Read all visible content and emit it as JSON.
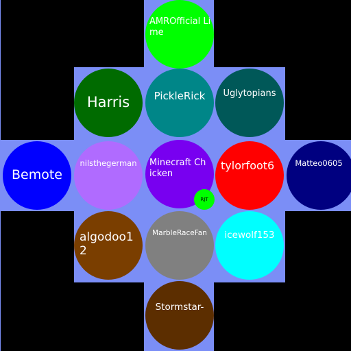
{
  "colors": {
    "board_background": "#000000",
    "cell_fill": "#7b8ef6"
  },
  "marbles": [
    {
      "id": "amrofficial-lime",
      "label": "AMROfficial Lime",
      "color": "#00ff00"
    },
    {
      "id": "harris",
      "label": "Harris",
      "color": "#006b00"
    },
    {
      "id": "picklerick",
      "label": "PickleRick",
      "color": "#008688"
    },
    {
      "id": "uglytopians",
      "label": "Uglytopians",
      "color": "#005858"
    },
    {
      "id": "bemote",
      "label": "Bemote",
      "color": "#0000ff"
    },
    {
      "id": "nilsthegerman",
      "label": "nilsthegerman",
      "color": "#b06bff"
    },
    {
      "id": "minecraft-chicken",
      "label": "Minecraft Chicken",
      "color": "#7800f0"
    },
    {
      "id": "tylorfoot6",
      "label": "tylorfoot6",
      "color": "#ff0000"
    },
    {
      "id": "matteo0605",
      "label": "Matteo0605",
      "color": "#000080"
    },
    {
      "id": "algodoo12",
      "label": "algodoo12",
      "color": "#7a3e00"
    },
    {
      "id": "marbleracefan",
      "label": "MarbleRaceFan",
      "color": "#808080"
    },
    {
      "id": "icewolf153",
      "label": "icewolf153",
      "color": "#00ffff"
    },
    {
      "id": "stormstar",
      "label": "Stormstar-",
      "color": "#5c2e00"
    }
  ],
  "badge": {
    "label": "RJT",
    "color": "#00ff00"
  }
}
